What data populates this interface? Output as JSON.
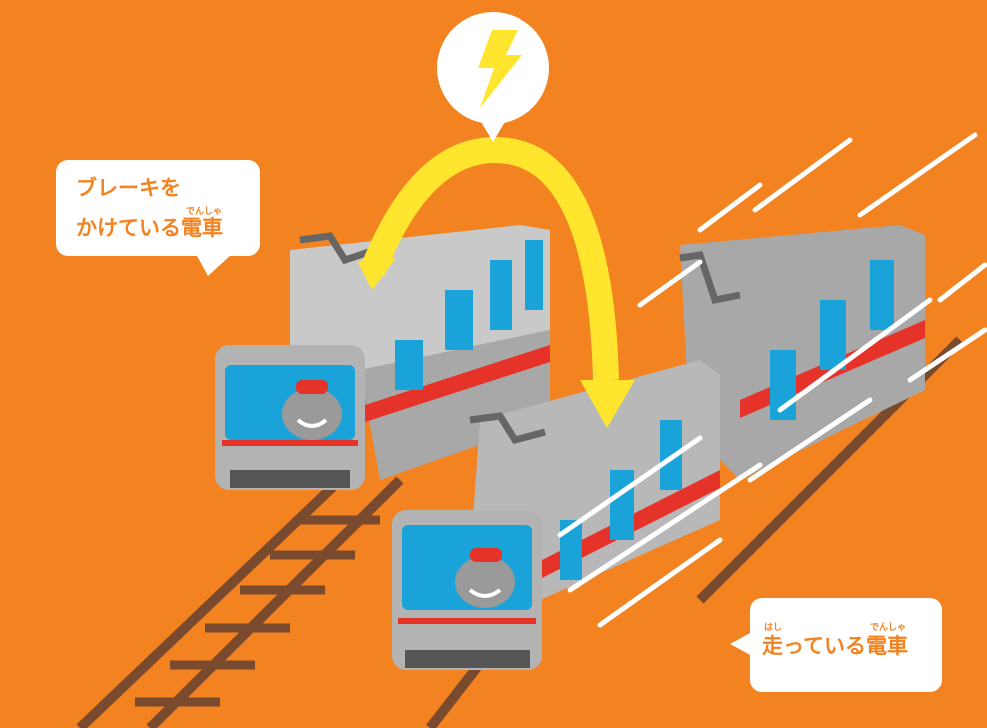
{
  "scene": {
    "background_color": "#f38220",
    "accent_yellow": "#ffe52e",
    "train_body_color": "#b3b3b3",
    "window_color": "#1aa3d9",
    "stripe_color": "#e6332a",
    "rail_color": "#7a4a2e",
    "icons": [
      "lightning-icon",
      "brake-arrow-icon",
      "speed-lines"
    ]
  },
  "bubbles": {
    "brake": {
      "line1": "ブレーキを",
      "line2": "かけている電車",
      "ruby": "でんしゃ"
    },
    "running": {
      "line": "走っている電車",
      "ruby_hashi": "はし",
      "ruby_densha": "でんしゃ"
    }
  }
}
